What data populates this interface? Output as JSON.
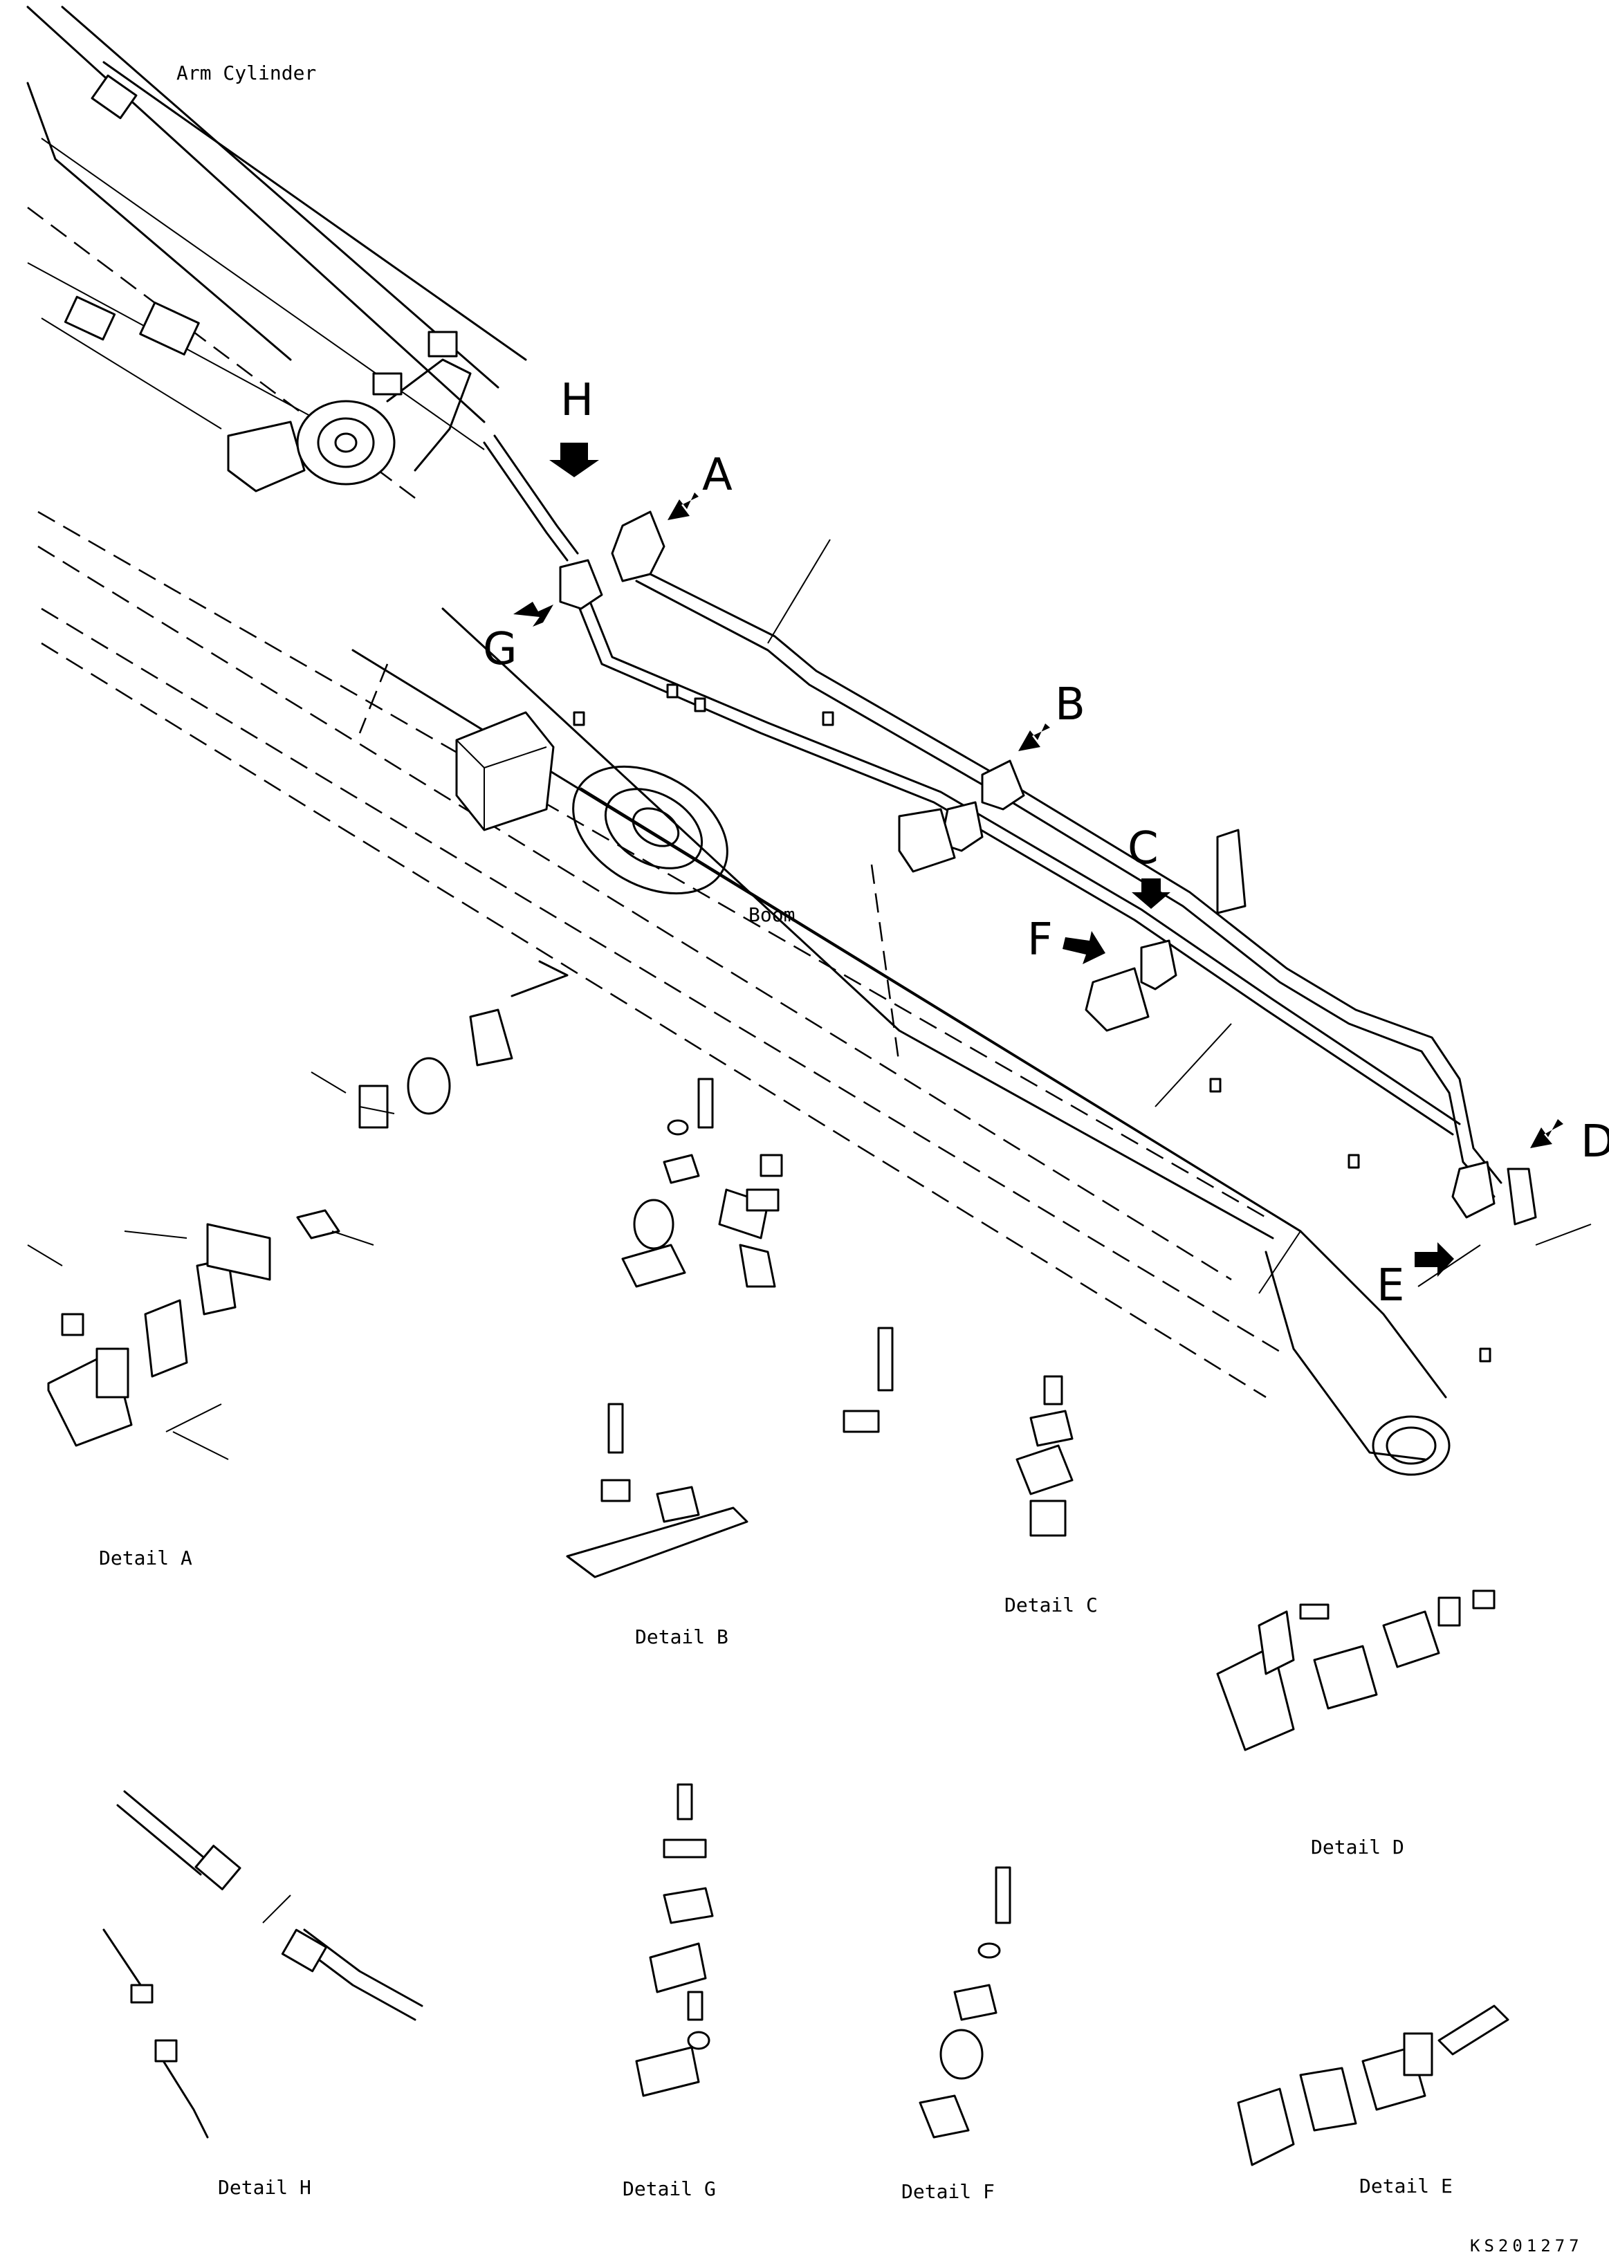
{
  "labels": {
    "arm_cylinder": "Arm Cylinder",
    "boom": "Boom"
  },
  "callouts": [
    "H",
    "A",
    "G",
    "B",
    "C",
    "F",
    "D",
    "E"
  ],
  "details": {
    "a": "Detail A",
    "b": "Detail B",
    "c": "Detail C",
    "d": "Detail D",
    "e": "Detail E",
    "f": "Detail F",
    "g": "Detail G",
    "h": "Detail H"
  },
  "drawing_code": "KS201277"
}
